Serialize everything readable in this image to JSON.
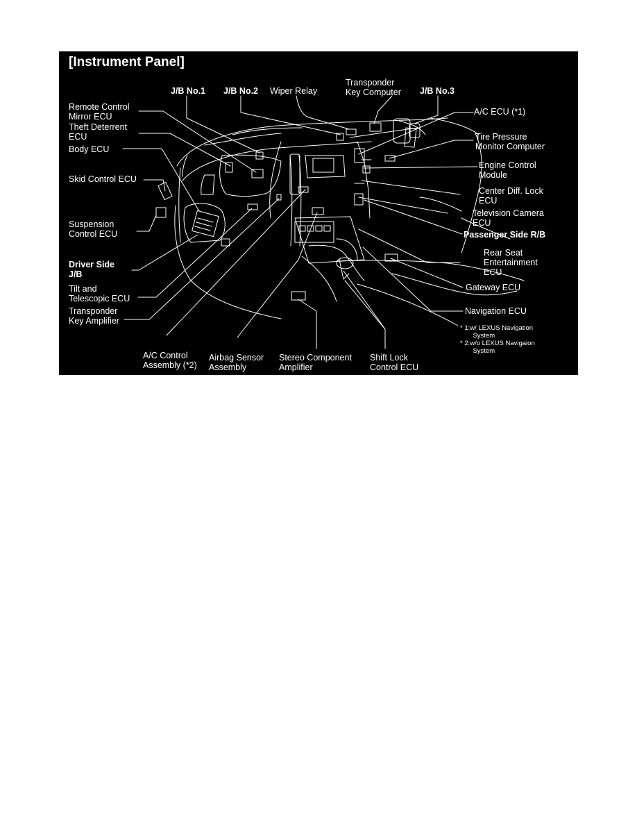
{
  "diagram": {
    "title": "[Instrument Panel]",
    "labels": {
      "jb_no1": "J/B No.1",
      "jb_no2": "J/B No.2",
      "wiper_relay": "Wiper Relay",
      "transponder_key_computer": "Transponder\nKey Computer",
      "jb_no3": "J/B No.3",
      "remote_control_mirror_ecu": "Remote Control\nMirror ECU",
      "theft_deterrent_ecu": "Theft Deterrent\nECU",
      "body_ecu": "Body ECU",
      "skid_control_ecu": "Skid Control ECU",
      "suspension_control_ecu": "Suspension\nControl ECU",
      "driver_side_jb": "Driver Side\nJ/B",
      "tilt_telescopic_ecu": "Tilt and\nTelescopic ECU",
      "transponder_key_amplifier": "Transponder\nKey Amplifier",
      "ac_control_assembly": "A/C Control\nAssembly (*2)",
      "airbag_sensor_assembly": "Airbag Sensor\nAssembly",
      "stereo_component_amplifier": "Stereo Component\nAmplifier",
      "shift_lock_control_ecu": "Shift Lock\nControl ECU",
      "ac_ecu": "A/C ECU (*1)",
      "tire_pressure_monitor_computer": "Tire Pressure\nMonitor Computer",
      "engine_control_module": "Engine Control\nModule",
      "center_diff_lock_ecu": "Center Diff. Lock\nECU",
      "television_camera_ecu": "Television Camera\nECU",
      "passenger_side_rb": "Passenger Side R/B",
      "rear_seat_entertainment_ecu": "Rear Seat\nEntertainment\nECU",
      "gateway_ecu": "Gateway ECU",
      "navigation_ecu": "Navigation ECU"
    },
    "notes": {
      "note1": "* 1:w/ LEXUS Navigation\n       System",
      "note2": "* 2:w/o LEXUS Navigaion\n       System"
    }
  }
}
